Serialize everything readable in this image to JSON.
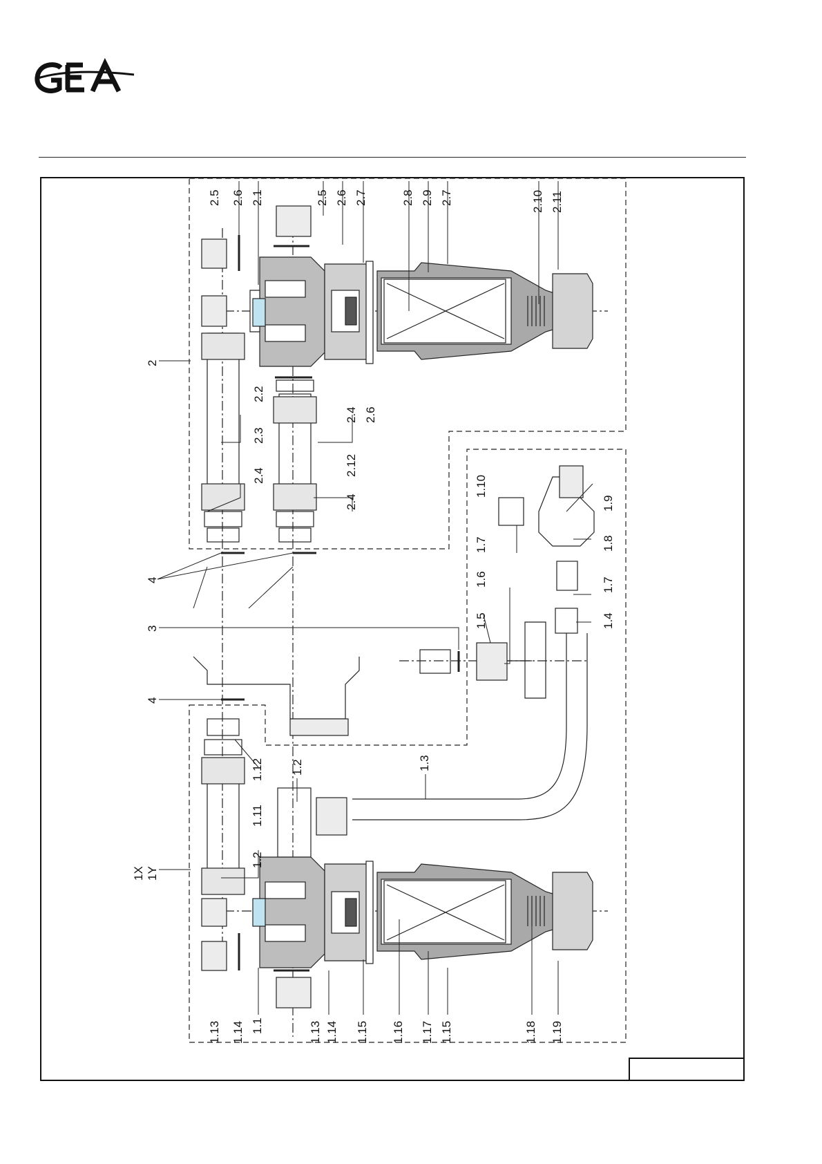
{
  "brand": {
    "logo_text": "GEA"
  },
  "callouts": {
    "c2_5a": "2.5",
    "c2_6a": "2.6",
    "c2_1": "2.1",
    "c2_5b": "2.5",
    "c2_6b": "2.6",
    "c2_7a": "2.7",
    "c2_8": "2.8",
    "c2_9": "2.9",
    "c2_7b": "2.7",
    "c2_10": "2.10",
    "c2_11": "2.11",
    "c2": "2",
    "c2_2": "2.2",
    "c2_4a": "2.4",
    "c2_6c": "2.6",
    "c2_3": "2.3",
    "c2_12": "2.12",
    "c2_4b": "2.4",
    "c2_4c": "2.4",
    "c1_10": "1.10",
    "c1_9": "1.9",
    "c1_7a": "1.7",
    "c1_8": "1.8",
    "c4a": "4",
    "c1_6": "1.6",
    "c1_7b": "1.7",
    "c1_5": "1.5",
    "c1_4": "1.4",
    "c3": "3",
    "c4b": "4",
    "c1_12": "1.12",
    "c1_2a": "1.2",
    "c1_3": "1.3",
    "c1_11": "1.11",
    "c1x": "1X",
    "c1y": "1Y",
    "c1_2b": "1.2",
    "c1_13a": "1.13",
    "c1_14a": "1.14",
    "c1_1": "1.1",
    "c1_13b": "1.13",
    "c1_14b": "1.14",
    "c1_15a": "1.15",
    "c1_16": "1.16",
    "c1_17": "1.17",
    "c1_15b": "1.15",
    "c1_18": "1.18",
    "c1_19": "1.19"
  }
}
